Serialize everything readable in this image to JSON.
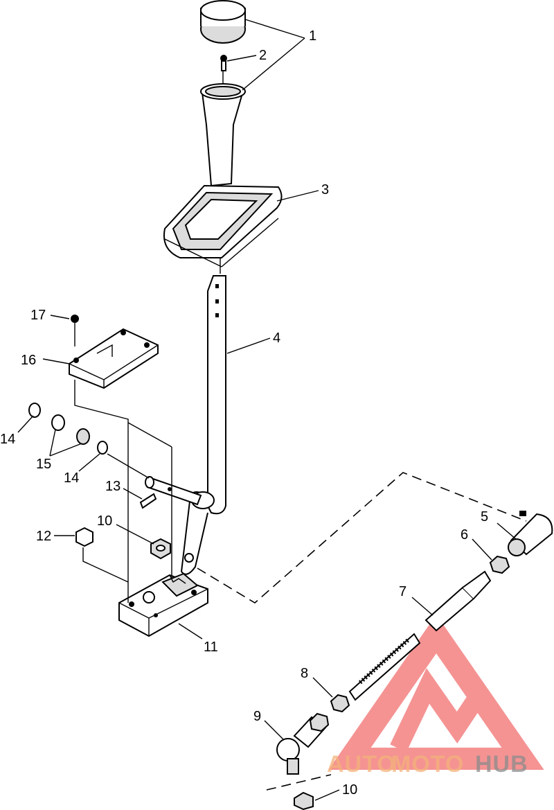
{
  "callouts": {
    "c1": "1",
    "c2": "2",
    "c3": "3",
    "c4": "4",
    "c5": "5",
    "c6": "6",
    "c7": "7",
    "c8": "8",
    "c9": "9",
    "c10a": "10",
    "c10b": "10",
    "c11": "11",
    "c12": "12",
    "c13": "13",
    "c14a": "14",
    "c14b": "14",
    "c15": "15",
    "c16": "16",
    "c17": "17"
  },
  "watermark": {
    "text_auto": "AUTO",
    "text_moto": "MOTO",
    "text_hub": "HUB",
    "color_auto": "#f4b27a",
    "color_moto": "#f4b27a",
    "color_hub": "#8c8c8c",
    "logo_color": "#ee3b3b"
  }
}
